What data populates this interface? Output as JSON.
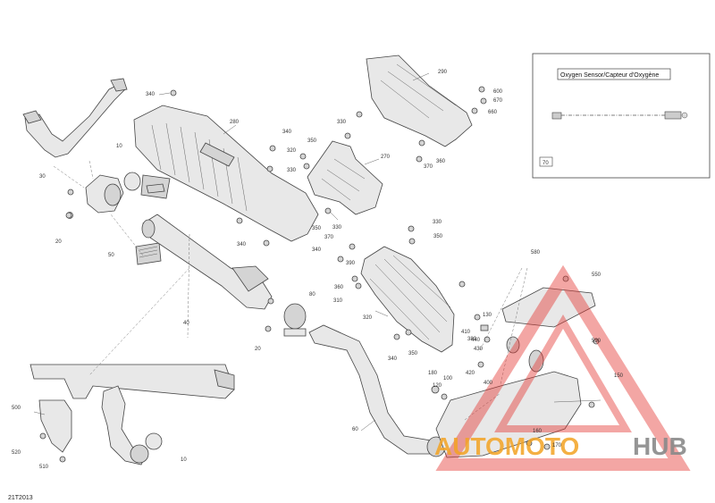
{
  "diagram_code": "21T2013",
  "inset": {
    "title": "Oxygen Sensor/Capteur d'Oxygène",
    "ref": "70"
  },
  "watermark": {
    "text_auto": "AUTOMOTO",
    "text_hub": "HUB",
    "colors": {
      "primary": "#f3a323",
      "secondary": "#8a8a8a",
      "triangle": "#e53935"
    }
  },
  "callouts": [
    "340",
    "280",
    "290",
    "600",
    "670",
    "660",
    "330",
    "340",
    "350",
    "320",
    "330",
    "270",
    "370",
    "360",
    "10",
    "30",
    "20",
    "50",
    "340",
    "40",
    "20",
    "80",
    "350",
    "340",
    "330",
    "360",
    "310",
    "390",
    "370",
    "320",
    "330",
    "350",
    "340",
    "350",
    "410",
    "380",
    "130",
    "440",
    "430",
    "180",
    "100",
    "120",
    "420",
    "400",
    "150",
    "550",
    "580",
    "590",
    "60",
    "160",
    "170",
    "500",
    "520",
    "510",
    "10"
  ]
}
